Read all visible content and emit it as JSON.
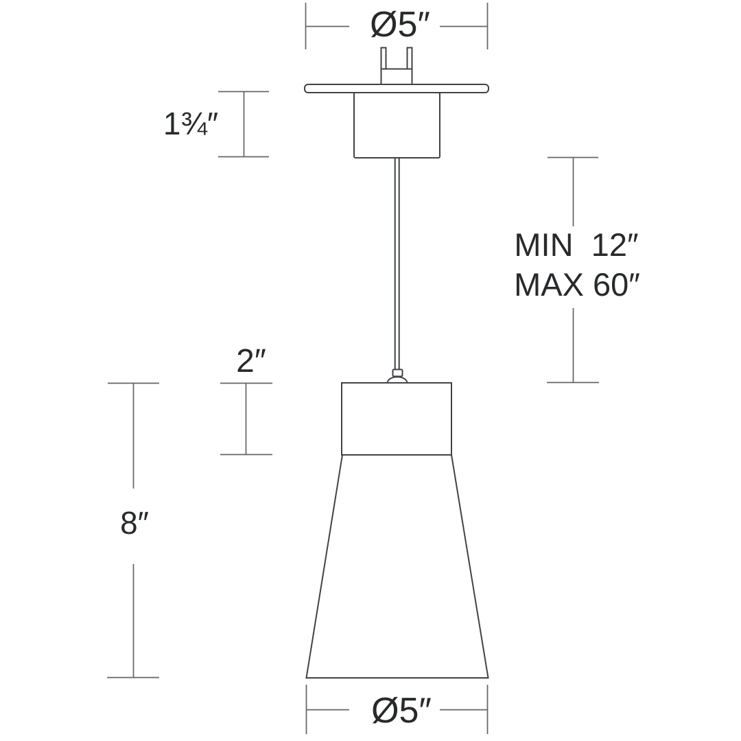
{
  "diagram": {
    "background": "#ffffff",
    "colors": {
      "outline": "#404245",
      "dimension_line": "#636466",
      "label_text": "#27292b"
    },
    "labels": {
      "canopy_diameter": "Ø5″",
      "canopy_height": "1¾″",
      "suspension_min": "MIN  12″",
      "suspension_max": "MAX 60″",
      "shade_neck_height": "2″",
      "shade_body_height": "8″",
      "shade_diameter": "Ø5″"
    }
  }
}
